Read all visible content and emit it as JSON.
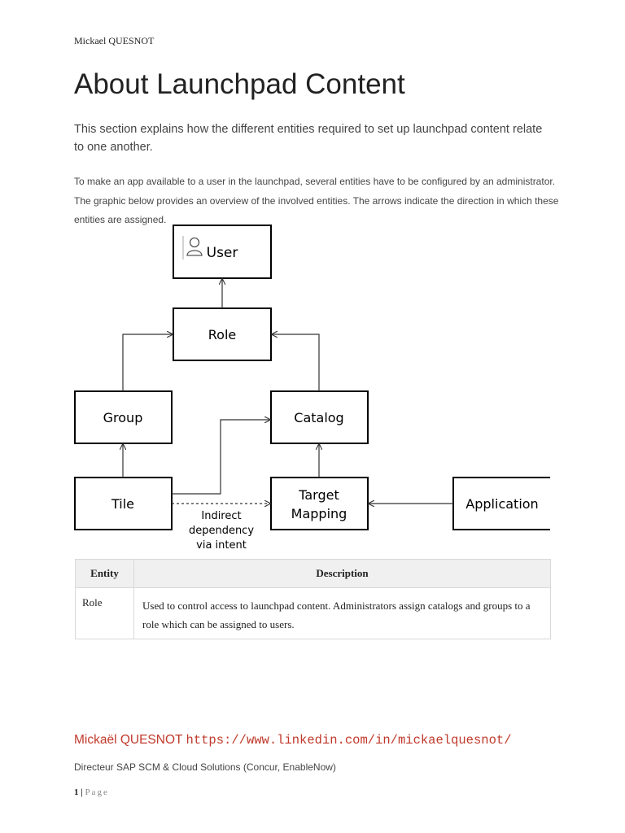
{
  "header": {
    "author": "Mickael QUESNOT"
  },
  "page": {
    "title": "About Launchpad Content",
    "intro": "This section explains how the different entities required to set up launchpad content relate to one another.",
    "paragraph": "To make an app available to a user in the launchpad, several entities have to be configured by an administrator. The graphic below provides an overview of the involved entities. The arrows indicate the direction in which these entities are assigned."
  },
  "diagram": {
    "boxes": {
      "user": "User",
      "role": "Role",
      "group": "Group",
      "catalog": "Catalog",
      "tile": "Tile",
      "target_mapping_line1": "Target",
      "target_mapping_line2": "Mapping",
      "application": "Application"
    },
    "indirect_label": [
      "Indirect",
      "dependency",
      "via intent"
    ],
    "icons": {
      "user": "user-person-icon"
    }
  },
  "table": {
    "headers": [
      "Entity",
      "Description"
    ],
    "rows": [
      {
        "entity": "Role",
        "description": "Used to control access to launchpad content. Administrators assign catalogs and groups to a role which can be assigned to users."
      }
    ]
  },
  "footer": {
    "name": "Mickaël QUESNOT",
    "link": "https://www.linkedin.com/in/mickaelquesnot/",
    "role": "Directeur SAP SCM & Cloud Solutions (Concur, EnableNow)",
    "page_number": "1",
    "page_label": "Page"
  },
  "colors": {
    "footer_accent": "#c0392b",
    "table_header_bg": "#f0f0f0"
  }
}
